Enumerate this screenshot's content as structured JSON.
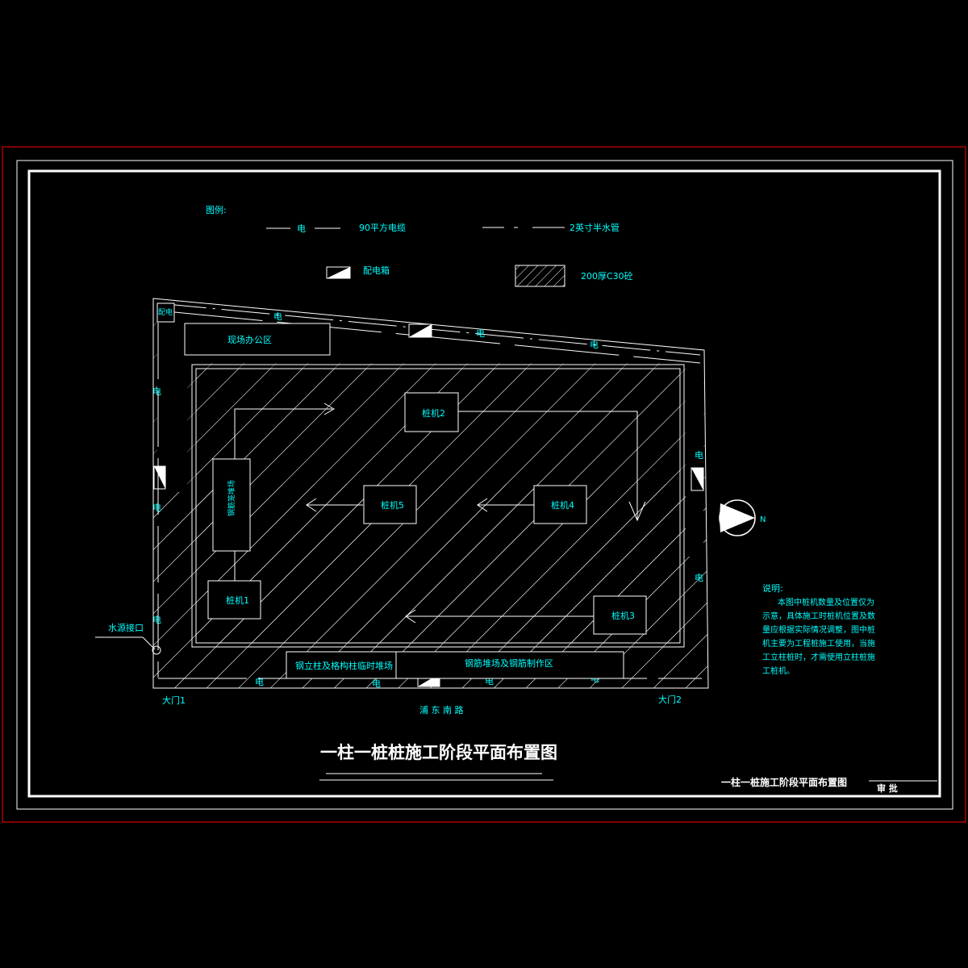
{
  "legend": {
    "title": "图例:",
    "cable_glyph": "电",
    "cable_label": "90平方电缆",
    "water_label": "2英寸半水管",
    "dist_box_label": "配电箱",
    "concrete_label": "200厚C30砼"
  },
  "site": {
    "office": "现场办公区",
    "top_left_tag": "配电",
    "elec": "电",
    "machines": {
      "m1": "桩机1",
      "m2": "桩机2",
      "m3": "桩机3",
      "m4": "桩机4",
      "m5": "桩机5"
    },
    "left_vertical_box": "钢筋笼堆场",
    "steel_column_yard": "钢立柱及格构柱临时堆场",
    "rebar_yard": "钢筋堆场及钢筋制作区",
    "water_inlet": "水源接口",
    "gate1": "大门1",
    "gate2": "大门2",
    "road": "浦 东 南 路",
    "north": "N"
  },
  "notes": {
    "title": "说明:",
    "lines": [
      "本图中桩机数量及位置仅为",
      "示意，具体施工时桩机位置及数",
      "量应根据实际情况调整，图中桩",
      "机主要为工程桩施工使用，当施",
      "工立柱桩时，才需使用立柱桩施",
      "工桩机。"
    ]
  },
  "main_title": "一柱一桩桩施工阶段平面布置图",
  "title_block": {
    "title": "一柱一桩施工阶段平面布置图",
    "approve": "审 批"
  },
  "colors": {
    "cyan": "#00ffff",
    "white": "#ffffff",
    "red": "#ff0000",
    "background": "#000000"
  }
}
